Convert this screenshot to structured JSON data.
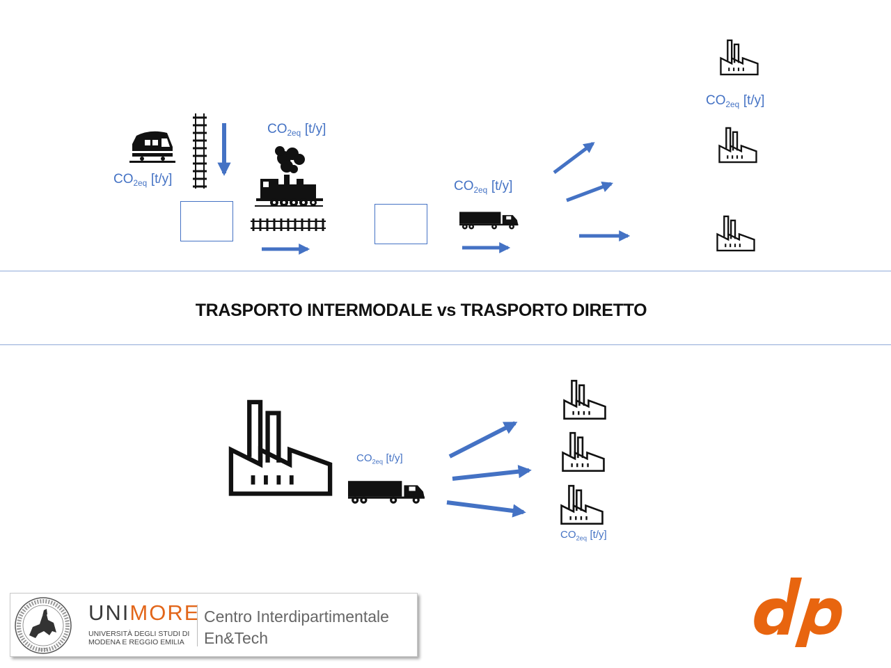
{
  "title": "TRASPORTO INTERMODALE vs TRASPORTO DIRETTO",
  "co2_label": {
    "base": "CO",
    "sub": "2eq",
    "unit": "[t/y]"
  },
  "logo_unimore": {
    "uni": "UNI",
    "more": "MORE",
    "line1": "UNIVERSITÀ DEGLI STUDI DI",
    "line2": "MODENA E REGGIO EMILIA",
    "centro1": "Centro Interdipartimentale",
    "centro2": "En&Tech",
    "seal_year": "1175"
  },
  "logo_dp": {
    "text": "dp"
  },
  "colors": {
    "accent": "#4472c4",
    "dp_orange": "#e8650f",
    "unimore_orange": "#e2661a",
    "icon": "#111111"
  },
  "icons": [
    "train-icon",
    "rail-track-icon",
    "steam-locomotive-icon",
    "truck-icon",
    "factory-icon",
    "arrow-icon",
    "seal-icon"
  ]
}
